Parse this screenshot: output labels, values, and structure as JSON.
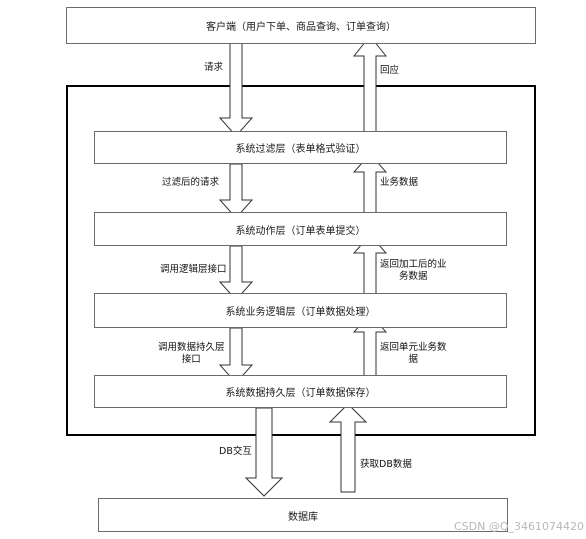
{
  "nodes": {
    "client": "客户端（用户下单、商品查询、订单查询）",
    "filter_layer": "系统过滤层（表单格式验证）",
    "action_layer": "系统动作层（订单表单提交）",
    "logic_layer": "系统业务逻辑层（订单数据处理）",
    "persistence_layer": "系统数据持久层（订单数据保存）",
    "database": "数据库"
  },
  "edges": {
    "request": "请求",
    "response": "回应",
    "filtered_request": "过滤后的请求",
    "business_data": "业务数据",
    "call_logic_line1": "调用逻辑层接口",
    "processed_data_line1": "返回加工后的业",
    "processed_data_line2": "务数据",
    "call_persist_line1": "调用数据持久层",
    "call_persist_line2": "接口",
    "unit_data_line1": "返回单元业务数",
    "unit_data_line2": "据",
    "db_exchange": "DB交互",
    "get_db_data": "获取DB数据"
  },
  "watermark": "CSDN @Q_3461074420"
}
